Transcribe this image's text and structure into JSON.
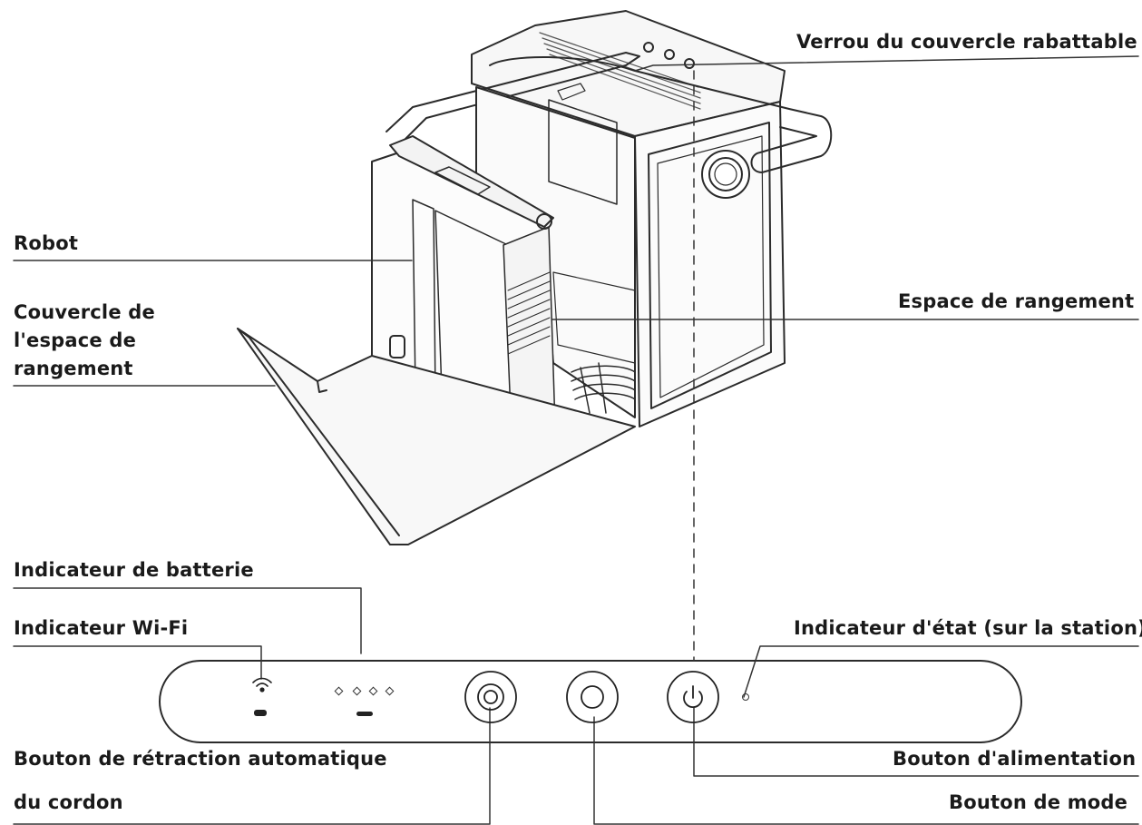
{
  "labels": {
    "lid_lock": "Verrou du couvercle rabattable",
    "robot": "Robot",
    "storage_lid_line1": "Couvercle de",
    "storage_lid_line2": "l'espace de",
    "storage_lid_line3": "rangement",
    "storage_space": "Espace de rangement",
    "battery_indicator": "Indicateur de batterie",
    "wifi_indicator": "Indicateur Wi-Fi",
    "status_indicator": "Indicateur d'état (sur la station)",
    "cord_button_line1": "Bouton de rétraction automatique",
    "cord_button_line2": "du cordon",
    "power_button": "Bouton d'alimentation",
    "mode_button": "Bouton de mode"
  },
  "colors": {
    "text": "#1a1a1a",
    "line": "#333333",
    "background": "#ffffff"
  }
}
